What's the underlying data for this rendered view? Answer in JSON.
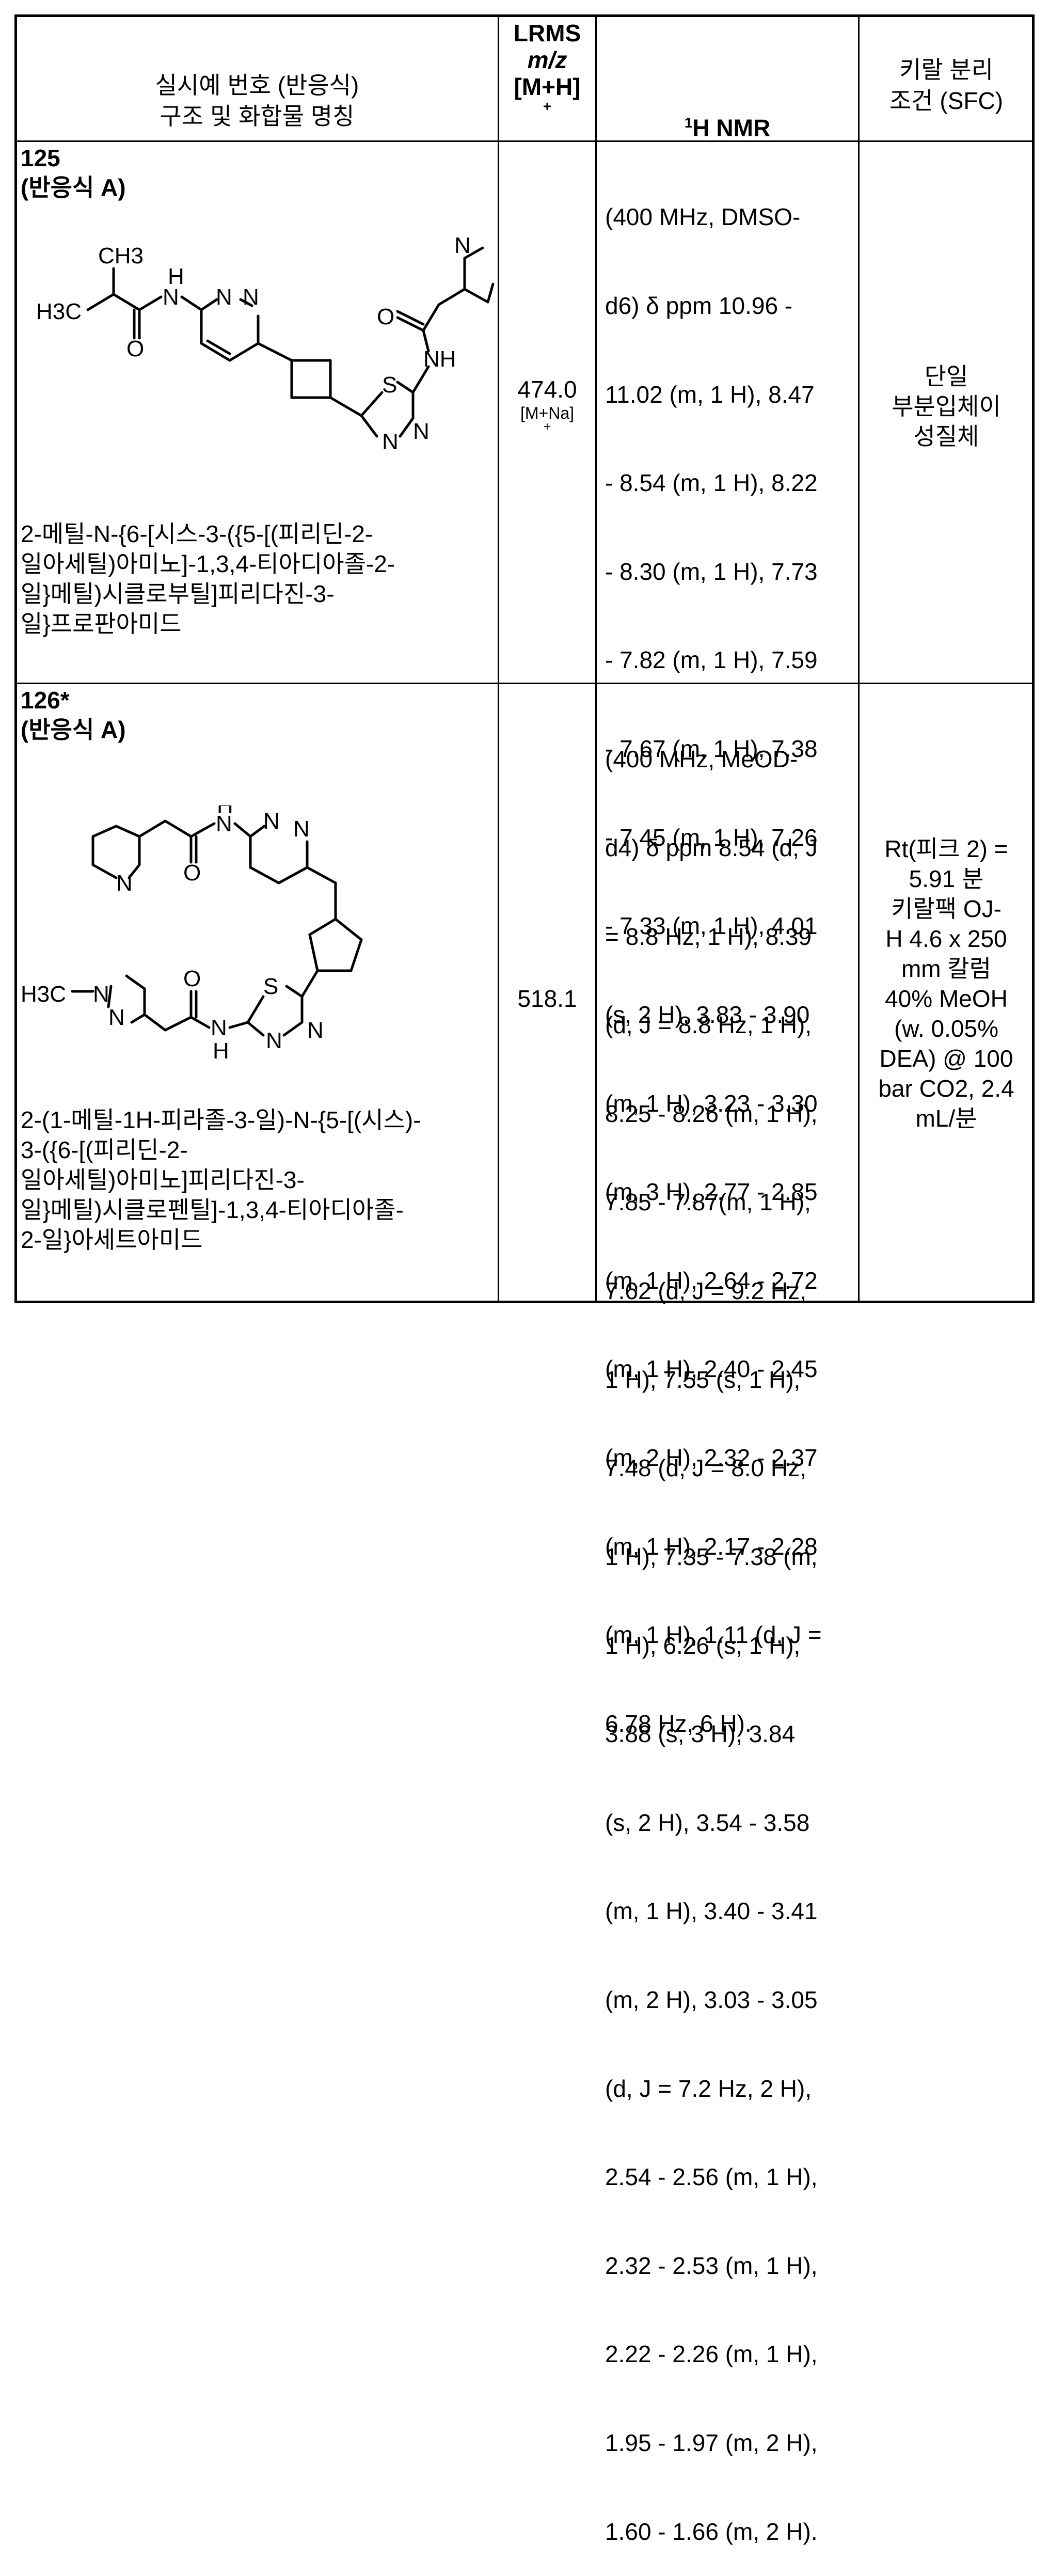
{
  "header": {
    "col1_line1": "실시예 번호 (반응식)",
    "col1_line2": "구조 및 화합물 명칭",
    "col2_line1": "LRMS",
    "col2_line2": "m/z",
    "col2_line3": "[M+H]",
    "col2_line4": "+",
    "col3_sup": "1",
    "col3": "H NMR",
    "col4_line1": "키랄 분리",
    "col4_line2": "조건 (SFC)"
  },
  "rows": [
    {
      "example": "125",
      "scheme": "(반응식  A)",
      "name_lines": [
        "2-메틸-N-{6-[시스-3-({5-[(피리딘-2-",
        "일아세틸)아미노]-1,3,4-티아디아졸-2-",
        "일}메틸)시클로부틸]피리다진-3-",
        "일}프로판아미드"
      ],
      "lrms": "474.0",
      "lrms_note": "[M+Na]",
      "lrms_note_sup": "+",
      "nmr_lines": [
        "(400 MHz, DMSO-",
        "d6) δ ppm 10.96 -",
        "11.02 (m, 1 H), 8.47",
        "- 8.54 (m, 1 H), 8.22",
        "- 8.30 (m, 1 H), 7.73",
        "- 7.82 (m, 1 H), 7.59",
        "- 7.67 (m, 1 H), 7.38",
        "- 7.45 (m, 1 H), 7.26",
        "- 7.33 (m, 1 H), 4.01",
        "(s, 2 H), 3.83 - 3.90",
        "(m, 1 H), 3.23 - 3.30",
        "(m, 3 H), 2.77 - 2.85",
        "(m, 1 H), 2.64 - 2.72",
        "(m, 1 H), 2.40 - 2.45",
        "(m, 2 H), 2.32 - 2.37",
        "(m, 1 H), 2.17 - 2.28",
        "(m, 1 H), 1.11 (d, J =",
        "6.78 Hz, 6 H)."
      ],
      "chiral_lines": [
        "단일",
        "부분입체이",
        "성질체"
      ],
      "structure_labels": {
        "ch3": "CH3",
        "h3c": "H3C",
        "nh_h": "H",
        "n1": "N",
        "n2": "N",
        "o1": "O",
        "o2": "O",
        "nh2": "NH",
        "n_py": "N",
        "s": "S",
        "n3": "N",
        "n4": "N"
      }
    },
    {
      "example": "126*",
      "scheme": "(반응식  A)",
      "name_lines": [
        "2-(1-메틸-1H-피라졸-3-일)-N-{5-[(시스)-",
        "3-({6-[(피리딘-2-",
        "일아세틸)아미노]피리다진-3-",
        "일}메틸)시클로펜틸]-1,3,4-티아디아졸-",
        "2-일}아세트아미드"
      ],
      "lrms": "518.1",
      "nmr_lines": [
        "(400 MHz, MeOD-",
        "d4) δ ppm 8.54 (d, J",
        "= 8.8 Hz, 1 H), 8.39",
        "(d, J = 8.8 Hz, 1 H),",
        "8.25 - 8.26 (m, 1 H),",
        "7.85 - 7.87(m, 1 H),",
        "7.62 (d, J = 9.2 Hz,",
        "1 H), 7.55 (s, 1 H),",
        "7.48 (d, J = 8.0 Hz,",
        "1 H), 7.35 - 7.38 (m,",
        "1 H), 6.26 (s, 1 H),",
        "3.88 (s, 3 H), 3.84",
        "(s, 2 H), 3.54 - 3.58",
        "(m, 1 H), 3.40 - 3.41",
        "(m, 2 H), 3.03 - 3.05",
        "(d, J = 7.2 Hz, 2 H),",
        "2.54 - 2.56 (m, 1 H),",
        "2.32 - 2.53 (m, 1 H),",
        "2.22 - 2.26 (m, 1 H),",
        "1.95 - 1.97 (m, 2 H),",
        "1.60 - 1.66 (m, 2 H)."
      ],
      "chiral_lines": [
        "Rt(피크 2) =",
        "5.91 분",
        "키랄팩 OJ-",
        "H 4.6 x 250",
        "mm 칼럼",
        "40% MeOH",
        "(w. 0.05%",
        "DEA) @ 100",
        "bar CO2, 2.4",
        "mL/분"
      ],
      "structure_labels": {
        "nh_h": "H",
        "n1": "N",
        "n2": "N",
        "n_py": "N",
        "o1": "O",
        "h3c": "H3C",
        "n_pz1": "N",
        "n_pz2": "N",
        "o2": "O",
        "s": "S",
        "n3": "N",
        "n4": "N",
        "nh2": "N",
        "nh2_h": "H"
      }
    }
  ]
}
